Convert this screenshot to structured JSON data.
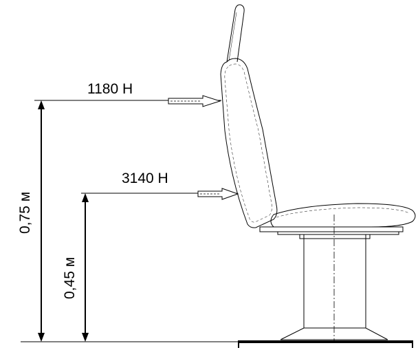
{
  "diagram": {
    "forces": {
      "upper": "1180 Н",
      "lower": "3140 Н"
    },
    "heights": {
      "upper": "0,75 м",
      "lower": "0,45 м"
    }
  }
}
